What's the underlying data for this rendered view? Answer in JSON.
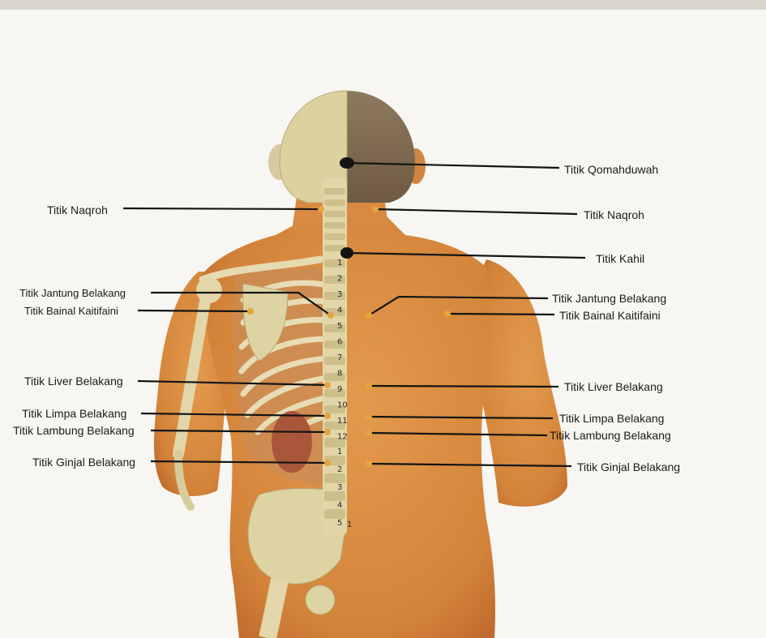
{
  "colors": {
    "paper": "#f7f6f2",
    "skin": "#dc8a3e",
    "skin_dark": "#b8622a",
    "bone": "#ded4a8",
    "leader_line": "#141414",
    "marker_dot": "#e6a43a"
  },
  "labels": {
    "left": {
      "naqroh": "Titik Naqroh",
      "jantung": "Titik Jantung Belakang",
      "bainal": "Titik Bainal Kaitifaini",
      "liver": "Titik Liver Belakang",
      "limpa": "Titik Limpa Belakang",
      "lambung": "Titik Lambung Belakang",
      "ginjal": "Titik Ginjal Belakang"
    },
    "right": {
      "qomahduwah": "Titik Qomahduwah",
      "naqroh": "Titik Naqroh",
      "kahil": "Titik Kahil",
      "jantung": "Titik Jantung Belakang",
      "bainal": "Titik Bainal Kaitifaini",
      "liver": "Titik Liver Belakang",
      "limpa": "Titik Limpa Belakang",
      "lambung": "Titik Lambung Belakang",
      "ginjal": "Titik Ginjal Belakang"
    }
  },
  "vertebra_numbers": {
    "thoracic": [
      "1",
      "2",
      "3",
      "4",
      "5",
      "6",
      "7",
      "8",
      "9",
      "10",
      "11",
      "12"
    ],
    "lumbar": [
      "1",
      "2",
      "3",
      "4",
      "5"
    ],
    "sacral": [
      "1"
    ]
  }
}
